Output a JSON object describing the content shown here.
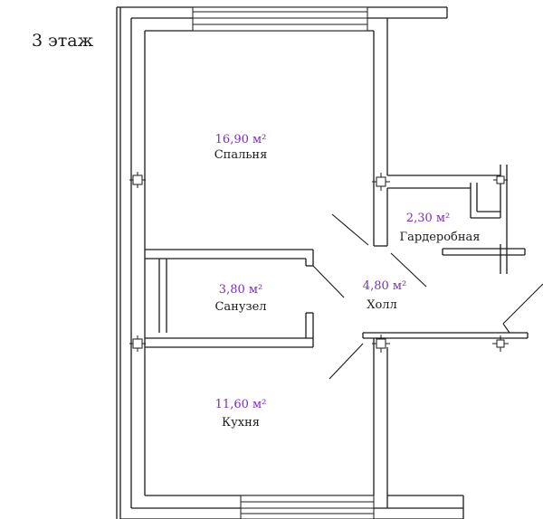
{
  "floor_label": "3 этаж",
  "area_color": "#7a2fc0",
  "rooms": [
    {
      "name": "Спальня",
      "area": "16,90 м²"
    },
    {
      "name": "Гардеробная",
      "area": "2,30 м²"
    },
    {
      "name": "Санузел",
      "area": "3,80 м²"
    },
    {
      "name": "Холл",
      "area": "4,80 м²"
    },
    {
      "name": "Кухня",
      "area": "11,60 м²"
    }
  ]
}
